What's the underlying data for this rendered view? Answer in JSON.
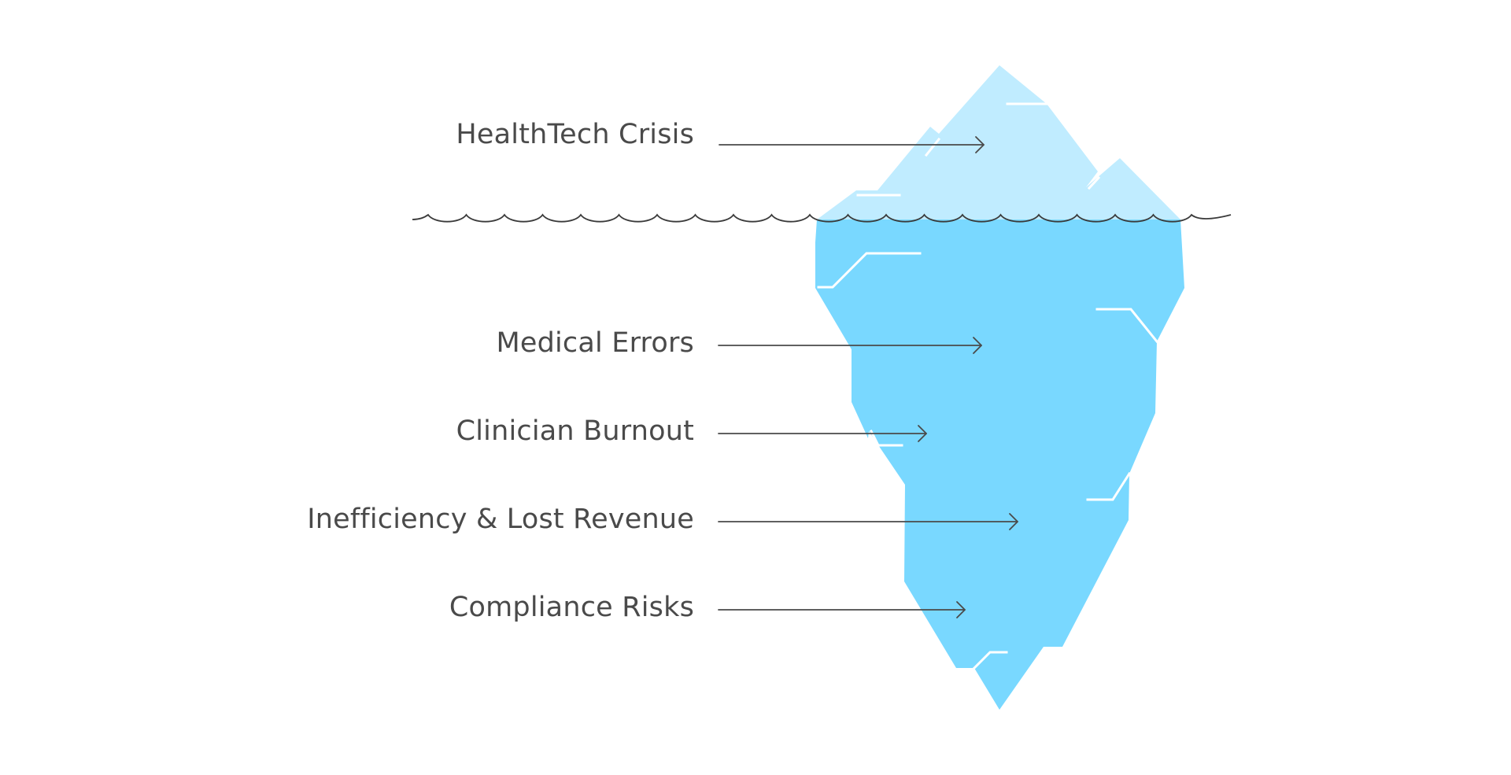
{
  "colors": {
    "ice_above_water": "#c0ecff",
    "ice_below_water": "#79d8ff",
    "crack_lines": "#ffffff",
    "arrows_and_waves": "#4a4a4a",
    "label_text": "#4a4a4a",
    "background": "#ffffff"
  },
  "iceberg": {
    "tip": {
      "label": "HealthTech Crisis"
    },
    "hidden": [
      {
        "label": "Medical Errors"
      },
      {
        "label": "Clinician Burnout"
      },
      {
        "label": "Inefficiency & Lost Revenue"
      },
      {
        "label": "Compliance Risks"
      }
    ]
  }
}
